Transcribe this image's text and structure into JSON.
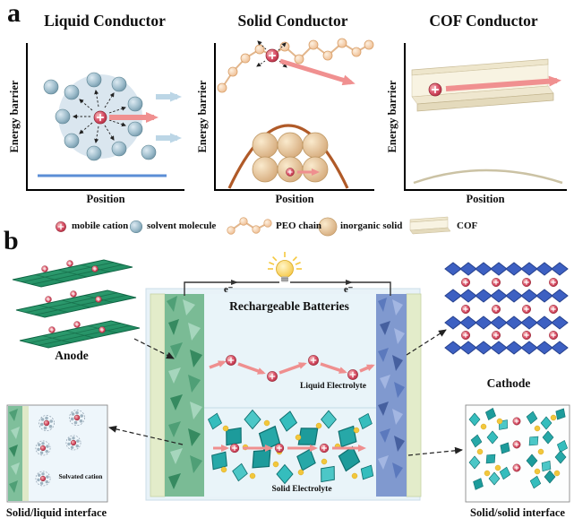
{
  "panel_a": {
    "label": "a",
    "charts": [
      {
        "title": "Liquid Conductor",
        "ylabel": "Energy barrier",
        "xlabel": "Position"
      },
      {
        "title": "Solid Conductor",
        "ylabel": "Energy barrier",
        "xlabel": "Position"
      },
      {
        "title": "COF Conductor",
        "ylabel": "Energy barrier",
        "xlabel": "Position"
      }
    ],
    "legend": [
      {
        "icon": "mobile-cation-icon",
        "label": "mobile cation"
      },
      {
        "icon": "solvent-molecule-icon",
        "label": "solvent molecule"
      },
      {
        "icon": "peo-chain-icon",
        "label": "PEO chain"
      },
      {
        "icon": "inorganic-solid-icon",
        "label": "inorganic solid"
      },
      {
        "icon": "cof-icon",
        "label": "COF"
      }
    ]
  },
  "panel_b": {
    "label": "b",
    "anode_label": "Anode",
    "cathode_label": "Cathode",
    "battery_title": "Rechargeable Batteries",
    "electron_label": "e⁻",
    "liquid_electrolyte_label": "Liquid Electrolyte",
    "solid_electrolyte_label": "Solid Electrolyte",
    "solvated_cation_label": "Solvated cation",
    "solid_liquid_interface_label": "Solid/liquid interface",
    "solid_solid_interface_label": "Solid/solid interface"
  },
  "colors": {
    "mobile_cation": "#c02a3e",
    "solvent_molecule": "#8fb0c2",
    "peo_chain": "#eebb8e",
    "inorganic_solid": "#d4a878",
    "cof": "#f2ecd8",
    "solid_energy_curve": "#b05a28",
    "transport_arrow": "#f09090",
    "anode_green": "#1e8f63",
    "cathode_blue": "#3d60c2",
    "solid_electrolyte_teal": "#2ab3b3",
    "electrolyte_dopant_yellow": "#f2c73c"
  }
}
